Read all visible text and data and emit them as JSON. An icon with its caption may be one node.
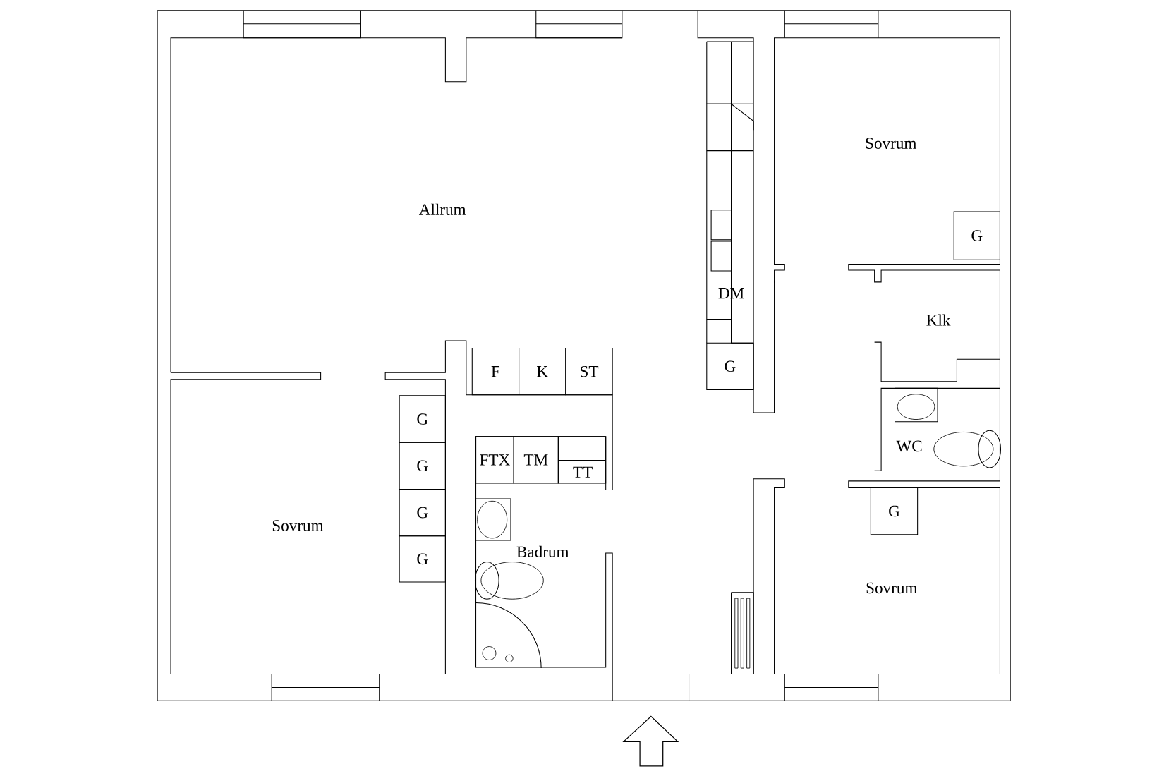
{
  "diagram": {
    "nodes": [
      {
        "text": [
          "G"
        ]
      },
      {
        "text": [
          "G"
        ]
      },
      {
        "text": [
          "F"
        ]
      },
      {
        "text": [
          "K"
        ]
      },
      {
        "text": [
          "ST"
        ]
      },
      {
        "text": [
          "G"
        ]
      },
      {
        "text": [
          "G"
        ]
      },
      {
        "text": [
          "G"
        ]
      },
      {
        "text": [
          "G"
        ]
      },
      {
        "text": [
          "FTX"
        ]
      },
      {
        "text": [
          "TM"
        ]
      },
      {
        "text": [
          "TT"
        ]
      },
      {
        "text": [
          "G"
        ]
      }
    ],
    "labels": [
      "Sovrum",
      "Allrum",
      "DM",
      "Klk",
      "WC",
      "Sovrum",
      "Badrum",
      "Sovrum"
    ]
  }
}
